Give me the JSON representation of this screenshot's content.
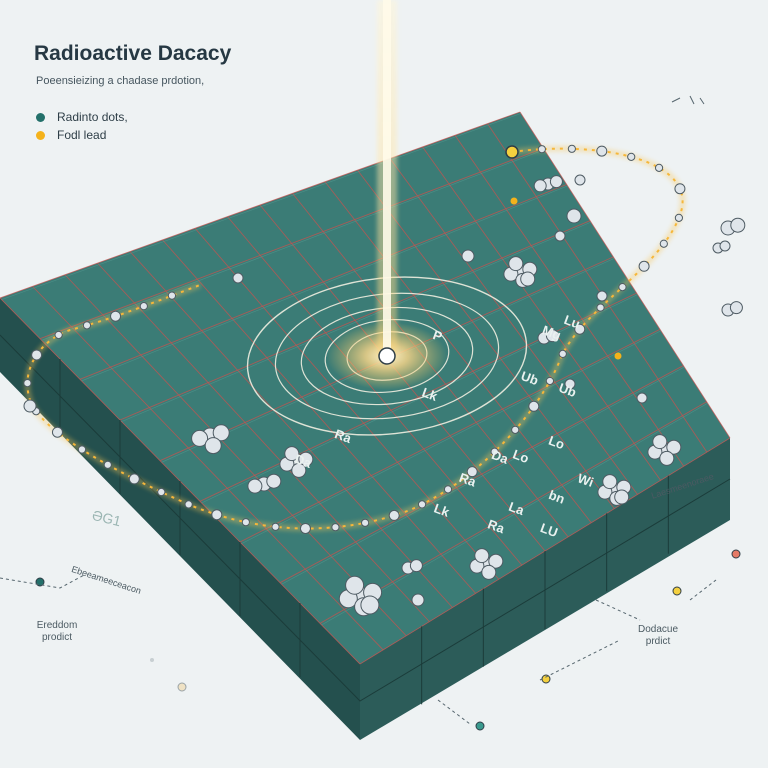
{
  "header": {
    "title": "Radioactive Dacacy",
    "subtitle": "Poeensieizing a chadase prdotion,"
  },
  "legend": {
    "items": [
      {
        "label": "Radinto dots,",
        "color": "#23706a"
      },
      {
        "label": "Fodl lead",
        "color": "#f4b21b"
      }
    ]
  },
  "board": {
    "cell_labels": [
      "Da",
      "Ra",
      "Ra",
      "Lk",
      "Lk",
      "Ra",
      "La",
      "Da",
      "LU",
      "bn",
      "Wi",
      "Ub",
      "Ub",
      "Mg",
      "Lu",
      "P",
      "Lo",
      "Lo"
    ],
    "side_label": "ƏG1"
  },
  "annotations": {
    "left_top": "Ebeeameeceacon",
    "left_bottom": "Ereddom\nprodict",
    "right_top": "Laesmeenoraee",
    "right_bottom": "Dodacue\nprdict"
  },
  "colors": {
    "board_top": "#3b7c76",
    "board_side": "#24504e",
    "grid_line": "#c9524f",
    "glow": "#f7c65a",
    "particle": "#dfe5ea",
    "radio_dot": "#23706a",
    "lead_dot": "#f4b21b",
    "background": "#eef2f3"
  }
}
